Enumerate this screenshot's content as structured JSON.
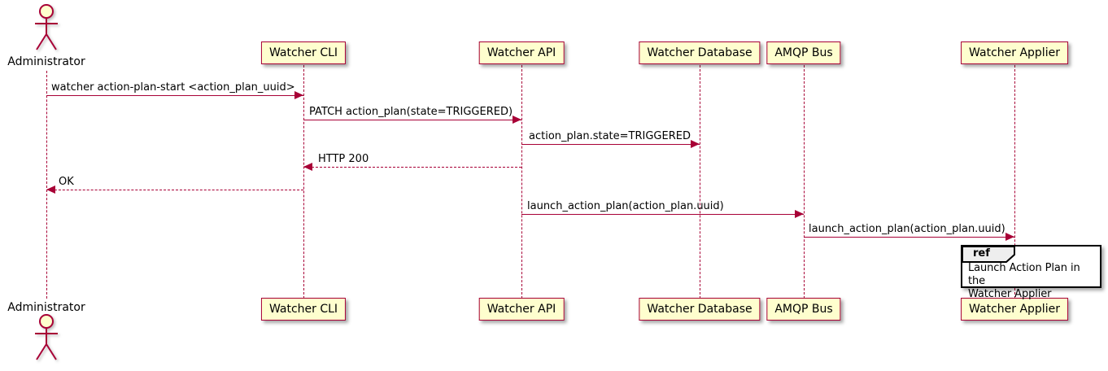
{
  "colors": {
    "line": "#A80036",
    "fill": "#FEFECE",
    "text": "#000000",
    "background": "#FFFFFF",
    "ref_border": "#000000",
    "ref_header_fill": "#EEEEEE"
  },
  "actor": {
    "name": "Administrator"
  },
  "participants": [
    {
      "name": "Watcher CLI"
    },
    {
      "name": "Watcher API"
    },
    {
      "name": "Watcher Database"
    },
    {
      "name": "AMQP Bus"
    },
    {
      "name": "Watcher Applier"
    }
  ],
  "messages": [
    {
      "from": "Administrator",
      "to": "Watcher CLI",
      "label": "watcher action-plan-start <action_plan_uuid>",
      "style": "solid"
    },
    {
      "from": "Watcher CLI",
      "to": "Watcher API",
      "label": "PATCH action_plan(state=TRIGGERED)",
      "style": "solid"
    },
    {
      "from": "Watcher API",
      "to": "Watcher Database",
      "label": "action_plan.state=TRIGGERED",
      "style": "solid"
    },
    {
      "from": "Watcher API",
      "to": "Watcher CLI",
      "label": "HTTP 200",
      "style": "dotted"
    },
    {
      "from": "Watcher CLI",
      "to": "Administrator",
      "label": "OK",
      "style": "dotted"
    },
    {
      "from": "Watcher API",
      "to": "AMQP Bus",
      "label": "launch_action_plan(action_plan.uuid)",
      "style": "solid"
    },
    {
      "from": "AMQP Bus",
      "to": "Watcher Applier",
      "label": "launch_action_plan(action_plan.uuid)",
      "style": "solid"
    }
  ],
  "ref": {
    "keyword": "ref",
    "text": "Launch Action Plan in the\nWatcher Applier"
  }
}
